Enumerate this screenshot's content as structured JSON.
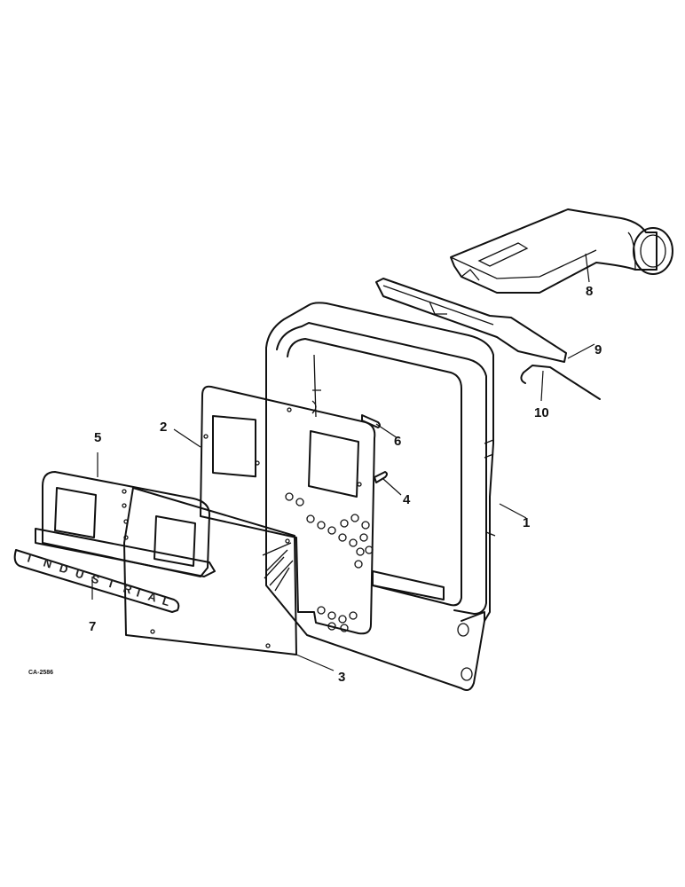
{
  "diagram": {
    "drawing_code": "CA-2586",
    "badge_text": [
      "I",
      "N",
      "D",
      "U",
      "S",
      "T",
      "R",
      "I",
      "A",
      "L"
    ],
    "callouts": {
      "c1": "1",
      "c2": "2",
      "c3": "3",
      "c4": "4",
      "c5": "5",
      "c6": "6",
      "c7": "7",
      "c8": "8",
      "c9": "9",
      "c10": "10"
    }
  }
}
